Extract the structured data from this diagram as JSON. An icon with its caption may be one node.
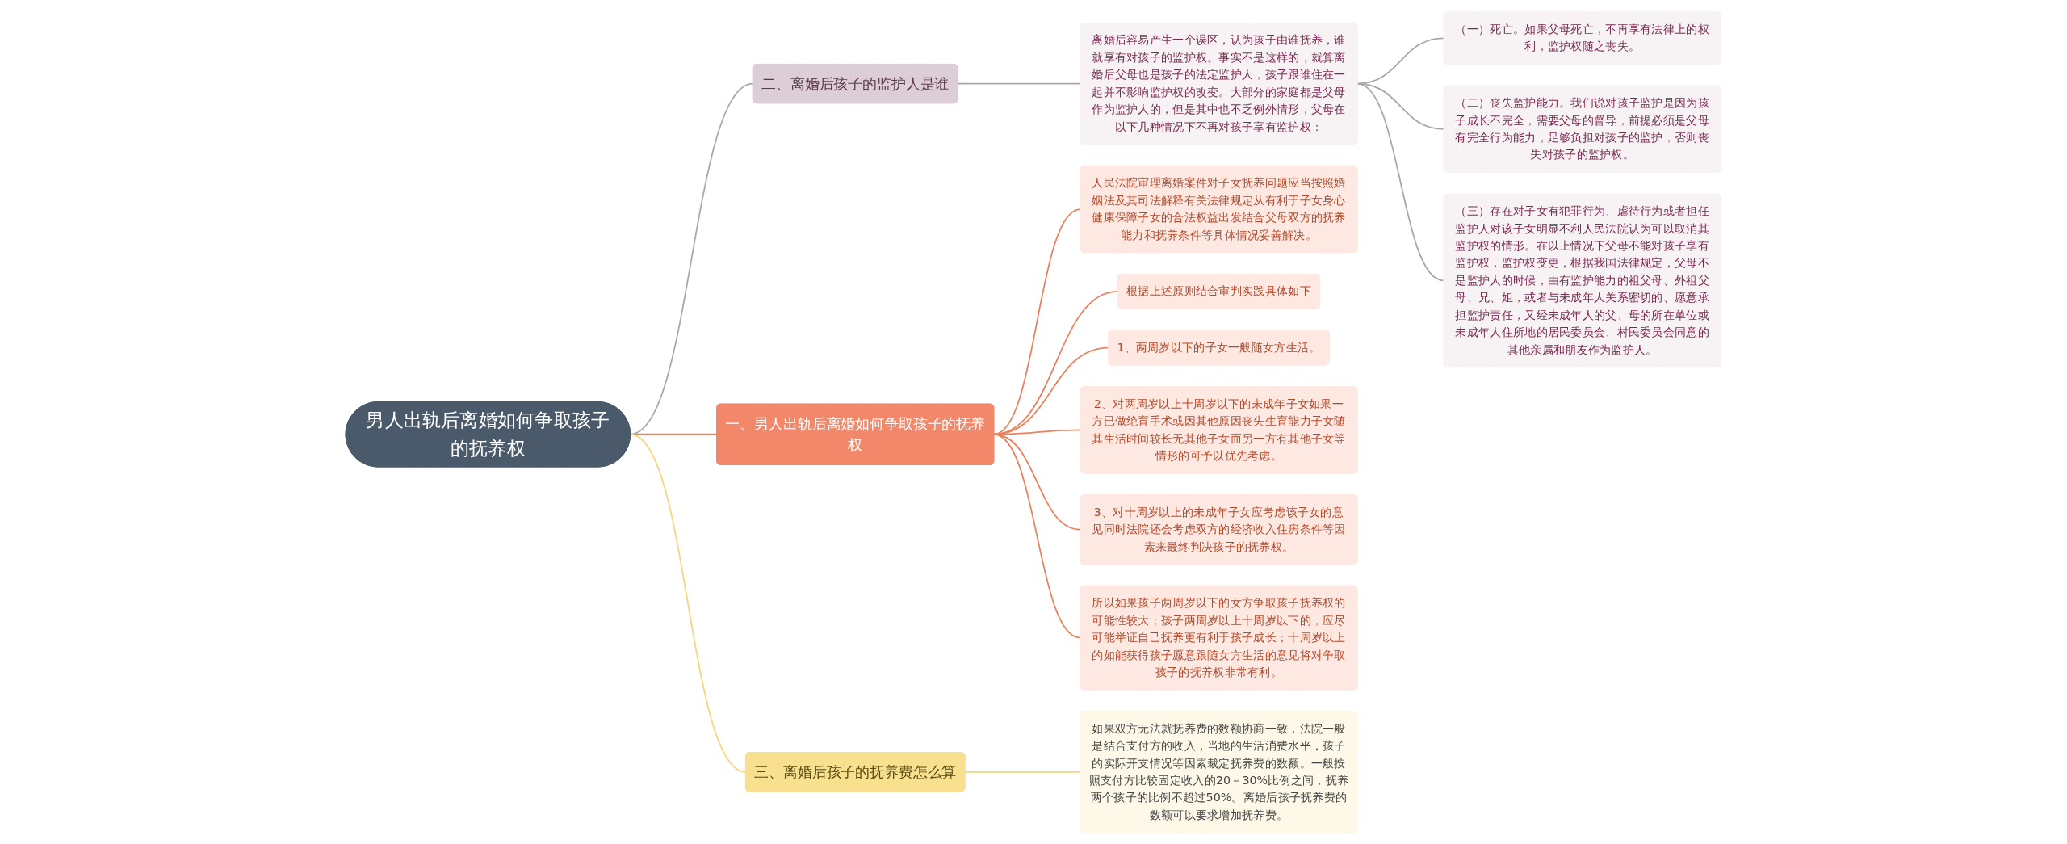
{
  "diagram": {
    "nodes": [
      {
        "text": [
          "男人出轨后离婚如何争取孩子的抚养权"
        ]
      },
      {
        "text": [
          "一、男人出轨后离婚如何争取孩子的抚养权"
        ]
      },
      {
        "text": [
          "人民法院审理离婚案件对子女抚养问题应当按照婚姻法及其司法解释有关法律规定从有利于子女身心健康保障子女的合法权益出发结合父母双方的抚养能力和抚养条件等具体情况妥善解决。"
        ]
      },
      {
        "text": [
          "根据上述原则结合审判实践具体如下"
        ]
      },
      {
        "text": [
          "1、两周岁以下的子女一般随女方生活。"
        ]
      },
      {
        "text": [
          "2、对两周岁以上十周岁以下的未成年子女如果一方已做绝育手术或因其他原因丧失生育能力子女随其生活时间较长无其他子女而另一方有其他子女等情形的可予以优先考虑。"
        ]
      },
      {
        "text": [
          "3、对十周岁以上的未成年子女应考虑该子女的意见同时法院还会考虑双方的经济收入住房条件等因素来最终判决孩子的抚养权。"
        ]
      },
      {
        "text": [
          "所以如果孩子两周岁以下的女方争取孩子抚养权的可能性较大；孩子两周岁以上十周岁以下的，应尽可能举证自己抚养更有利于孩子成长；十周岁以上的如能获得孩子愿意跟随女方生活的意见将对争取孩子的抚养权非常有利。"
        ]
      },
      {
        "text": [
          "二、离婚后孩子的监护人是谁"
        ]
      },
      {
        "text": [
          "离婚后容易产生一个误区，认为孩子由谁抚养，谁就享有对孩子的监护权。事实不是这样的，就算离婚后父母也是孩子的法定监护人，孩子跟谁住在一起并不影响监护权的改变。大部分的家庭都是父母作为监护人的，但是其中也不乏例外情形，父母在以下几种情况下不再对孩子享有监护权："
        ]
      },
      {
        "text": [
          "（一）死亡。如果父母死亡，不再享有法律上的权利，监护权随之丧失。"
        ]
      },
      {
        "text": [
          "（二）丧失监护能力。我们说对孩子监护是因为孩子成长不完全，需要父母的督导，前提必须是父母有完全行为能力，足够负担对孩子的监护，否则丧失对孩子的监护权。"
        ]
      },
      {
        "text": [
          "（三）存在对子女有犯罪行为、虐待行为或者担任监护人对该子女明显不利人民法院认为可以取消其监护权的情形。在以上情况下父母不能对孩子享有监护权，监护权变更，根据我国法律规定，父母不是监护人的时候，由有监护能力的祖父母、外祖父母、兄、姐，或者与未成年人关系密切的、愿意承担监护责任，又经未成年人的父、母的所在单位或未成年人住所地的居民委员会、村民委员会同意的其他亲属和朋友作为监护人。"
        ]
      },
      {
        "text": [
          "三、离婚后孩子的抚养费怎么算"
        ]
      },
      {
        "text": [
          "如果双方无法就抚养费的数额协商一致，法院一般是结合支付方的收入，当地的生活消费水平，孩子的实际开支情况等因素裁定抚养费的数额。一般按照支付方比较固定收入的20－30%比例之间，抚养两个孩子的比例不超过50%。离婚后孩子抚养费的数额可以要求增加抚养费。"
        ]
      }
    ],
    "edges": [
      {
        "from": 0,
        "to": 1,
        "arrow": "none"
      },
      {
        "from": 1,
        "to": 2,
        "arrow": "none"
      },
      {
        "from": 1,
        "to": 3,
        "arrow": "none"
      },
      {
        "from": 1,
        "to": 4,
        "arrow": "none"
      },
      {
        "from": 1,
        "to": 5,
        "arrow": "none"
      },
      {
        "from": 1,
        "to": 6,
        "arrow": "none"
      },
      {
        "from": 1,
        "to": 7,
        "arrow": "none"
      },
      {
        "from": 0,
        "to": 8,
        "arrow": "none",
        "color": "#a8a8a8"
      },
      {
        "from": 8,
        "to": 9,
        "arrow": "none",
        "color": "#a8a8a8"
      },
      {
        "from": 9,
        "to": 10,
        "arrow": "none",
        "color": "#a8a8a8"
      },
      {
        "from": 9,
        "to": 11,
        "arrow": "none",
        "color": "#a8a8a8"
      },
      {
        "from": 9,
        "to": 12,
        "arrow": "none",
        "color": "#a8a8a8"
      },
      {
        "from": 0,
        "to": 13,
        "arrow": "none",
        "color": "#f2d77e"
      },
      {
        "from": 13,
        "to": 14,
        "arrow": "none",
        "color": "#f2d77e"
      }
    ]
  }
}
